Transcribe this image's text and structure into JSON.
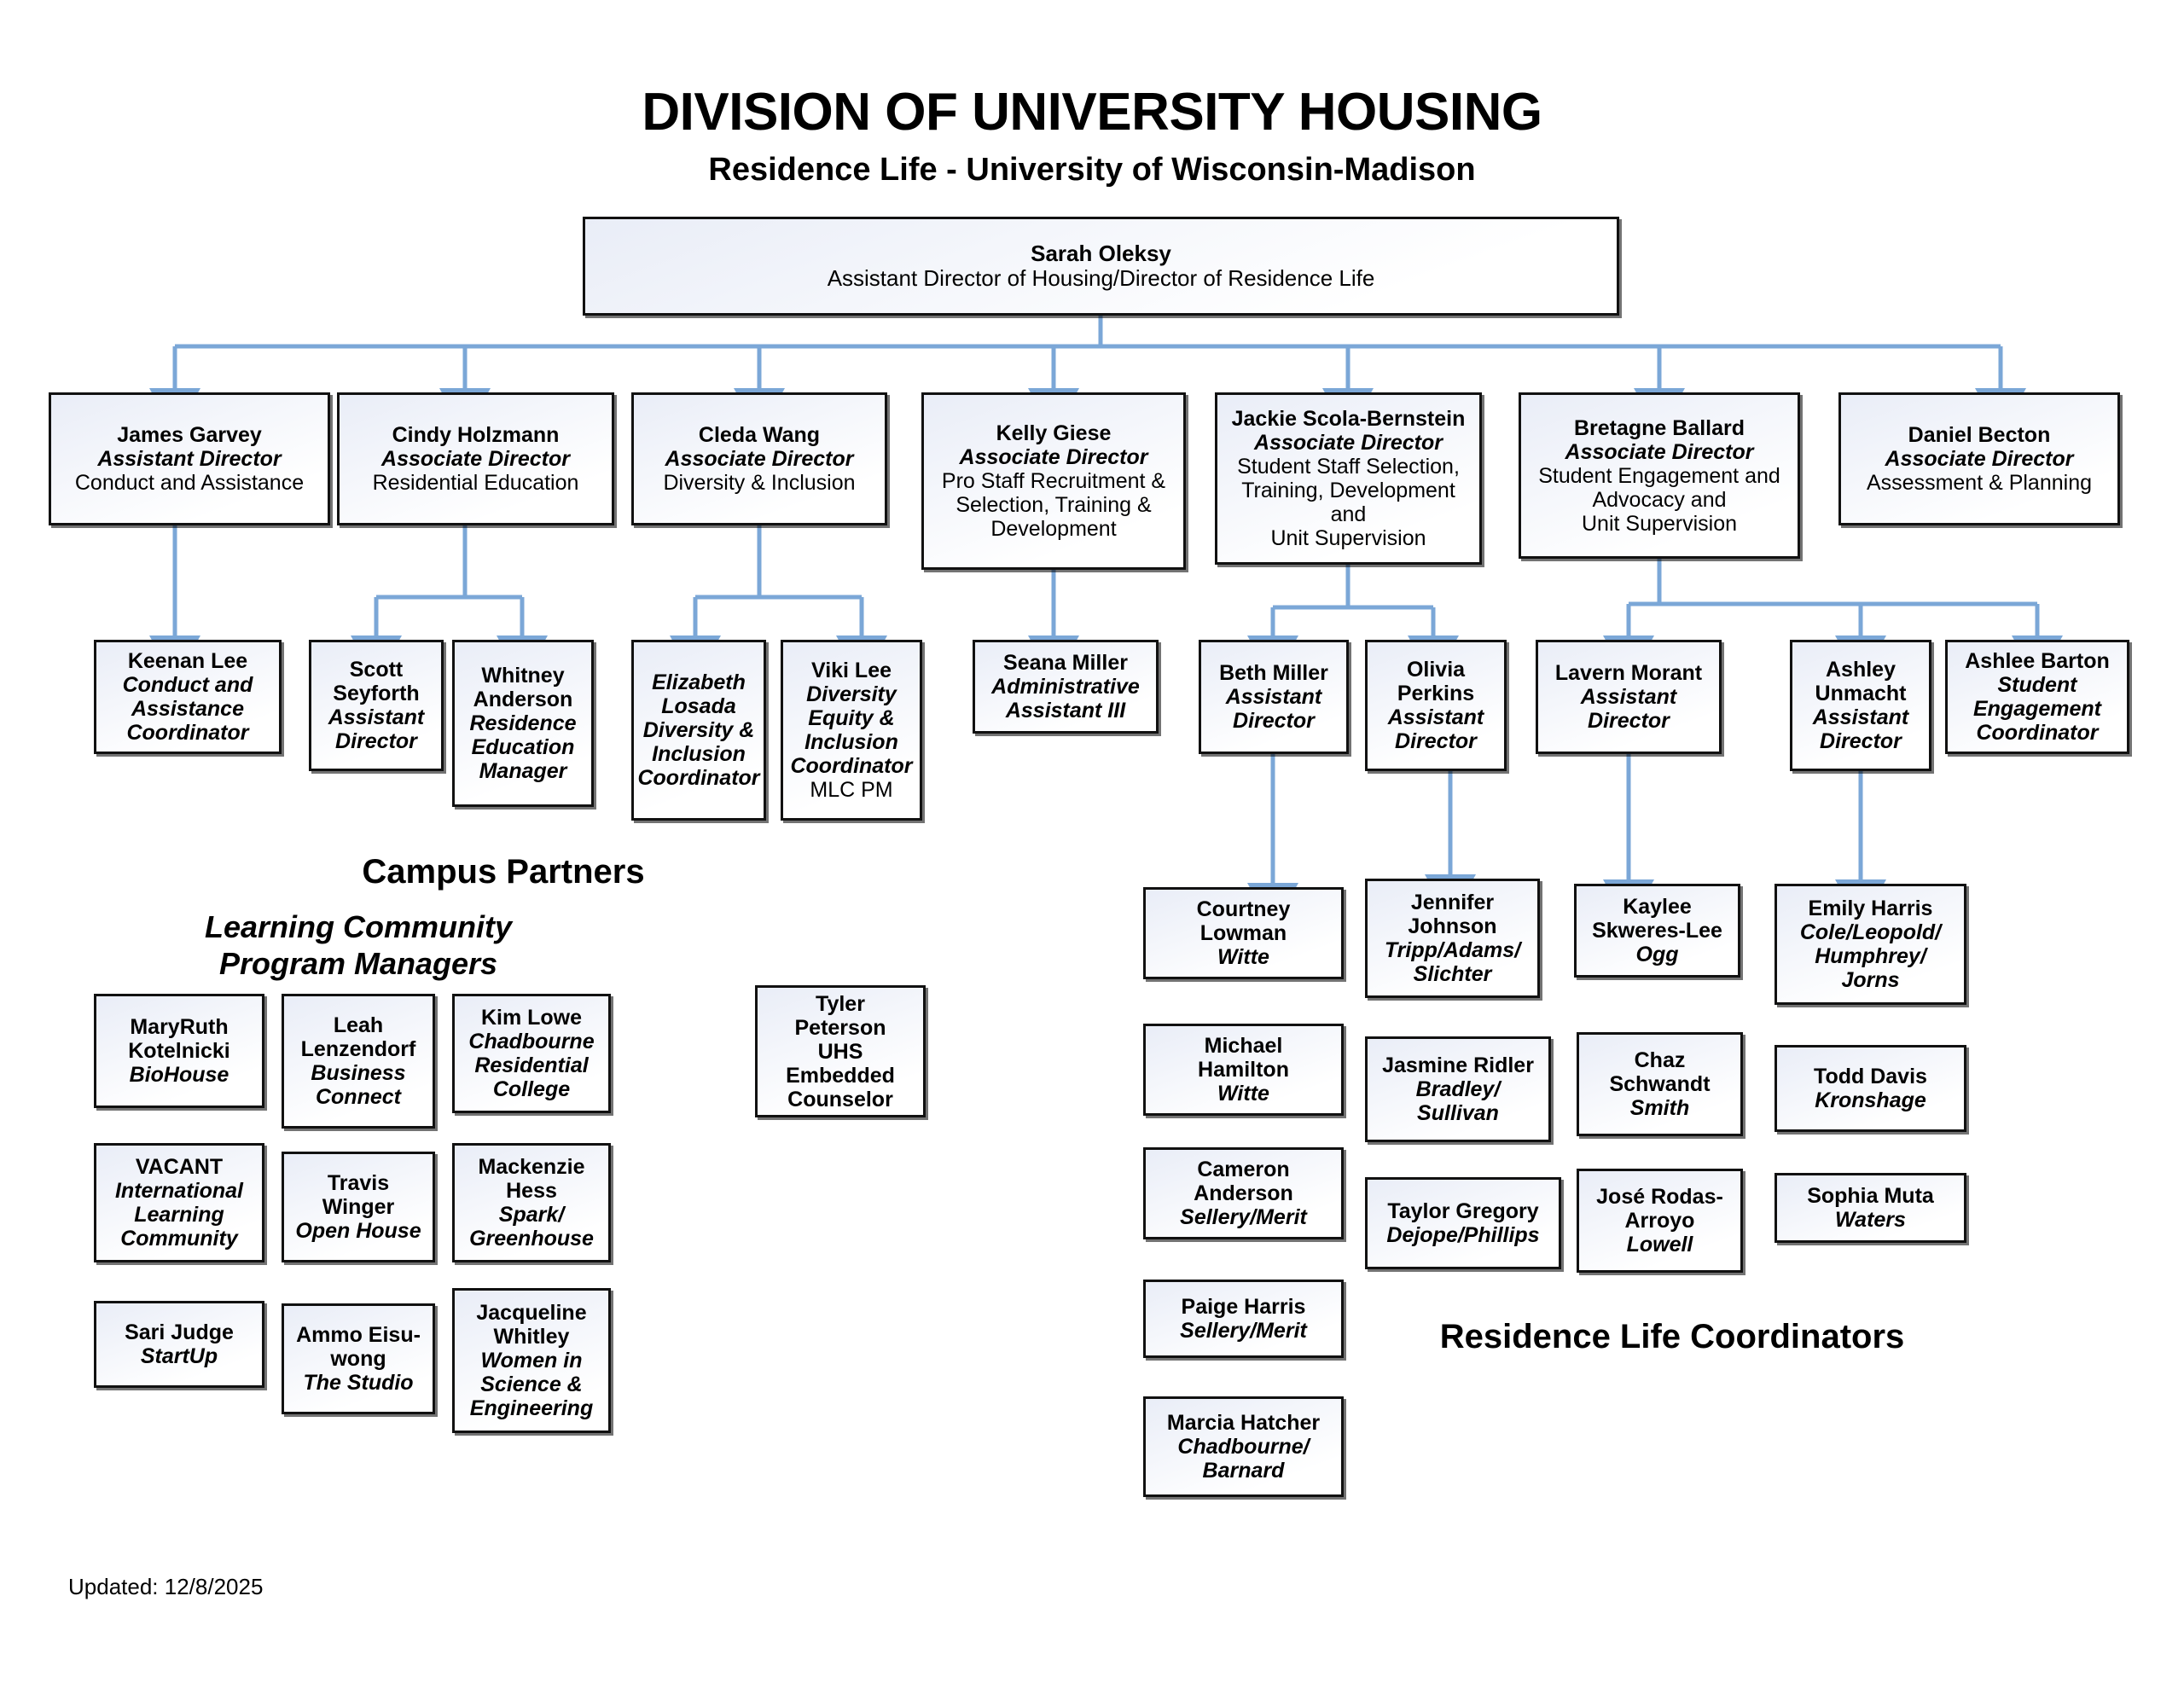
{
  "header": {
    "title": "DIVISION OF UNIVERSITY HOUSING",
    "subtitle": "Residence Life - University of Wisconsin-Madison"
  },
  "footer": {
    "updated": "Updated: 12/8/2025"
  },
  "sections": {
    "campus_partners": "Campus Partners",
    "learning_community": "Learning Community\nProgram Managers",
    "residence_life_coordinators": "Residence Life Coordinators"
  },
  "colors": {
    "connector": "#7BA7D7",
    "box_border": "#111111",
    "box_fill_top": "#e9edf7",
    "box_fill_bottom": "#ffffff",
    "text": "#000000"
  },
  "root": {
    "name": "Sarah Oleksy",
    "desc": "Assistant Director of Housing/Director of Residence Life"
  },
  "directors": [
    {
      "name": "James Garvey",
      "role": "Assistant Director",
      "desc": "Conduct and Assistance"
    },
    {
      "name": "Cindy Holzmann",
      "role": "Associate Director",
      "desc": "Residential Education"
    },
    {
      "name": "Cleda Wang",
      "role": "Associate Director",
      "desc": "Diversity & Inclusion"
    },
    {
      "name": "Kelly Giese",
      "role": "Associate Director",
      "desc": "Pro Staff Recruitment &\nSelection, Training &\nDevelopment"
    },
    {
      "name": "Jackie Scola-Bernstein",
      "role": "Associate Director",
      "desc": "Student Staff Selection,\nTraining, Development\nand\nUnit Supervision"
    },
    {
      "name": "Bretagne Ballard",
      "role": "Associate Director",
      "desc": "Student Engagement and\nAdvocacy and\nUnit Supervision"
    },
    {
      "name": "Daniel Becton",
      "role": "Associate Director",
      "desc": "Assessment & Planning"
    }
  ],
  "staff": [
    {
      "name": "Keenan Lee",
      "role": "Conduct and\nAssistance\nCoordinator"
    },
    {
      "name": "Scott\nSeyforth",
      "role": "Assistant\nDirector"
    },
    {
      "name": "Whitney\nAnderson",
      "role": "Residence\nEducation\nManager"
    },
    {
      "name": "Elizabeth\nLosada",
      "role": "Diversity &\nInclusion\nCoordinator",
      "name_italic": true
    },
    {
      "name": "Viki Lee",
      "role": "Diversity\nEquity &\nInclusion\nCoordinator",
      "desc": "MLC PM"
    },
    {
      "name": "Seana Miller",
      "role": "Administrative\nAssistant III"
    },
    {
      "name": "Beth Miller",
      "role": "Assistant\nDirector"
    },
    {
      "name": "Olivia\nPerkins",
      "role": "Assistant\nDirector"
    },
    {
      "name": "Lavern Morant",
      "role": "Assistant\nDirector"
    },
    {
      "name": "Ashley\nUnmacht",
      "role": "Assistant\nDirector"
    },
    {
      "name": "Ashlee Barton",
      "role": "Student\nEngagement\nCoordinator"
    }
  ],
  "learning_community_managers": [
    {
      "name": "MaryRuth\nKotelnicki",
      "program": "BioHouse"
    },
    {
      "name": "Leah\nLenzendorf",
      "program": "Business\nConnect"
    },
    {
      "name": "Kim Lowe",
      "program": "Chadbourne\nResidential\nCollege"
    },
    {
      "name": "VACANT",
      "program": "International\nLearning\nCommunity"
    },
    {
      "name": "Travis\nWinger",
      "program": "Open House"
    },
    {
      "name": "Mackenzie\nHess",
      "program": "Spark/\nGreenhouse"
    },
    {
      "name": "Sari Judge",
      "program": "StartUp"
    },
    {
      "name": "Ammo Eisu-\nwong",
      "program": "The Studio"
    },
    {
      "name": "Jacqueline\nWhitley",
      "program": "Women in\nScience &\nEngineering"
    }
  ],
  "campus_partner_other": [
    {
      "name": "Tyler\nPeterson\nUHS\nEmbedded\nCounselor"
    }
  ],
  "coordinators": [
    {
      "name": "Courtney\nLowman",
      "area": "Witte"
    },
    {
      "name": "Michael\nHamilton",
      "area": "Witte"
    },
    {
      "name": "Cameron\nAnderson",
      "area": "Sellery/Merit"
    },
    {
      "name": "Paige Harris",
      "area": "Sellery/Merit"
    },
    {
      "name": "Marcia Hatcher",
      "area": "Chadbourne/\nBarnard"
    },
    {
      "name": "Jennifer\nJohnson",
      "area": "Tripp/Adams/\nSlichter"
    },
    {
      "name": "Jasmine Ridler",
      "area": "Bradley/\nSullivan"
    },
    {
      "name": "Taylor Gregory",
      "area": "Dejope/Phillips"
    },
    {
      "name": "Kaylee\nSkweres-Lee",
      "area": "Ogg"
    },
    {
      "name": "Chaz\nSchwandt",
      "area": "Smith"
    },
    {
      "name": "José Rodas-\nArroyo",
      "area": "Lowell"
    },
    {
      "name": "Emily Harris",
      "area": "Cole/Leopold/\nHumphrey/\nJorns"
    },
    {
      "name": "Todd Davis",
      "area": "Kronshage"
    },
    {
      "name": "Sophia Muta",
      "area": "Waters"
    }
  ]
}
